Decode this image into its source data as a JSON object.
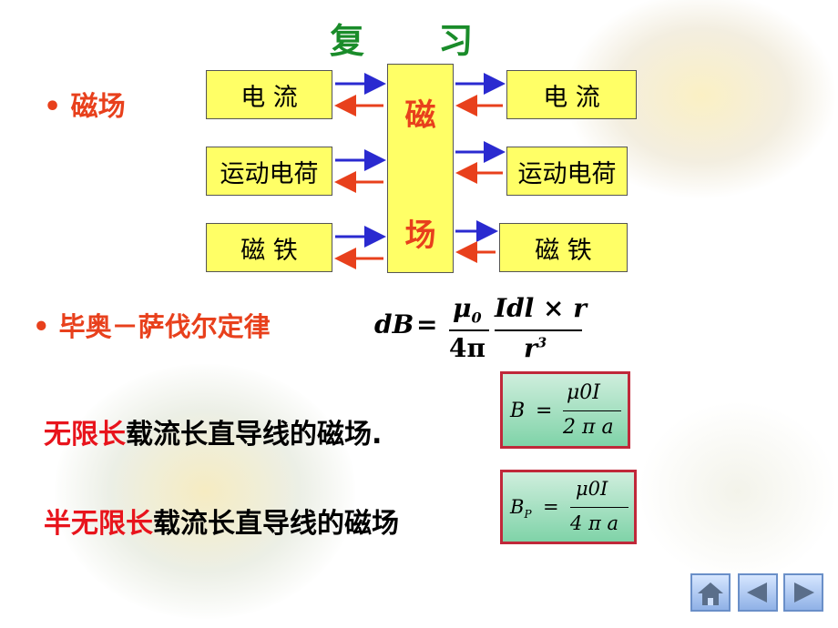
{
  "title": "复 习",
  "bullets": {
    "magnetic_field": "• 磁场",
    "biot_savart": "• 毕奥－萨伐尔定律"
  },
  "diagram": {
    "left_boxes": [
      "电 流",
      "运动电荷",
      "磁 铁"
    ],
    "right_boxes": [
      "电 流",
      "运动电荷",
      "磁 铁"
    ],
    "center_top": "磁",
    "center_bottom": "场"
  },
  "biot_savart_formula": {
    "lhs": "dB",
    "mu": "μ",
    "mu_sub": "0",
    "four_pi": "4π",
    "numerator": "Idl × r",
    "r": "r",
    "exp": "3",
    "equals": "="
  },
  "lines": {
    "infinite_prefix": "无限长",
    "infinite_rest": "载流长直导线的磁场.",
    "semi_prefix": "半无限长",
    "semi_rest": "载流长直导线的磁场"
  },
  "formula_infinite": {
    "lhs": "B",
    "equals": "=",
    "num": "μ0I",
    "den": "2 π a"
  },
  "formula_semi": {
    "lhs": "BP",
    "lhs_main": "B",
    "lhs_sub": "P",
    "equals": "=",
    "num": "μ0I",
    "den": "4 π a"
  },
  "nav": [
    "home-icon",
    "prev-icon",
    "next-icon"
  ],
  "colors": {
    "title": "#1a8c2a",
    "accent": "#e8401c",
    "box": "#ffff66",
    "arrow_blue": "#2a2ad0",
    "arrow_red": "#e8401c"
  }
}
